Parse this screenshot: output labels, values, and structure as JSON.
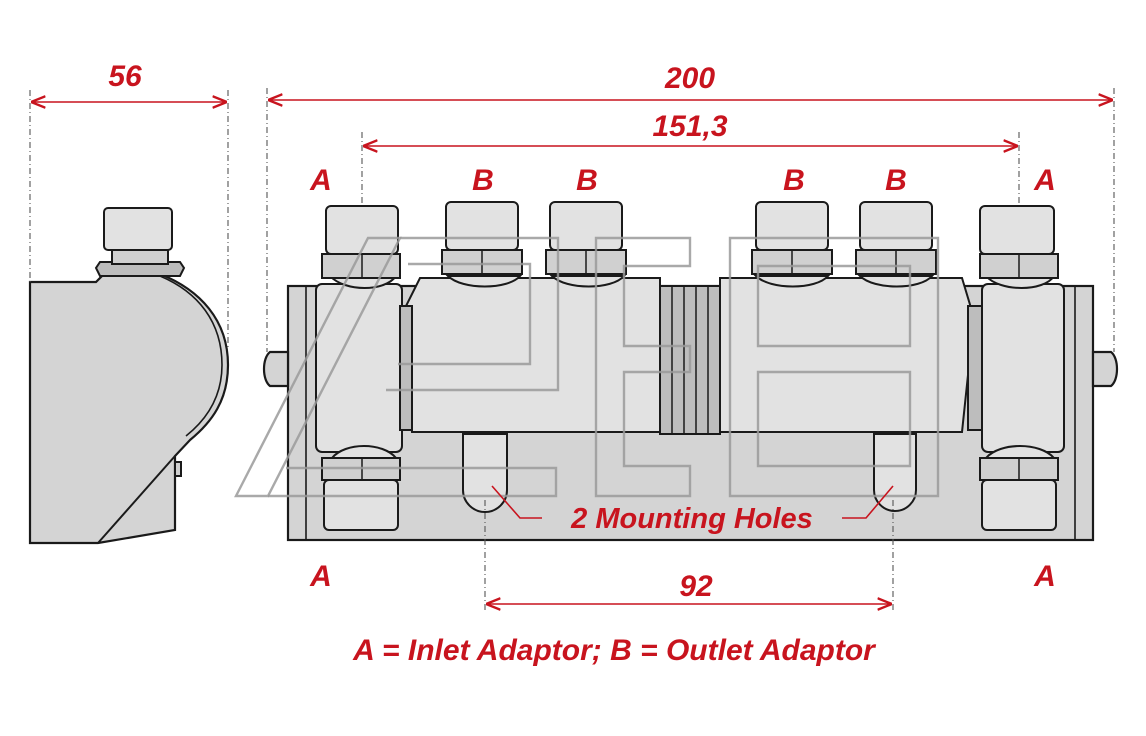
{
  "dimensions": {
    "side_width": "56",
    "overall_length": "200",
    "adaptor_spacing": "151,3",
    "hole_spacing": "92"
  },
  "labels": {
    "inlet_top_left": "A",
    "inlet_top_right": "A",
    "inlet_bottom_left": "A",
    "inlet_bottom_right": "A",
    "outlet_1": "B",
    "outlet_2": "B",
    "outlet_3": "B",
    "outlet_4": "B",
    "mounting_holes": "2 Mounting Holes",
    "legend": "A = Inlet Adaptor; B = Outlet Adaptor"
  },
  "colors": {
    "annotation": "#c8141e",
    "body_fill": "#d4d4d4",
    "outline": "#1a1a1a"
  }
}
